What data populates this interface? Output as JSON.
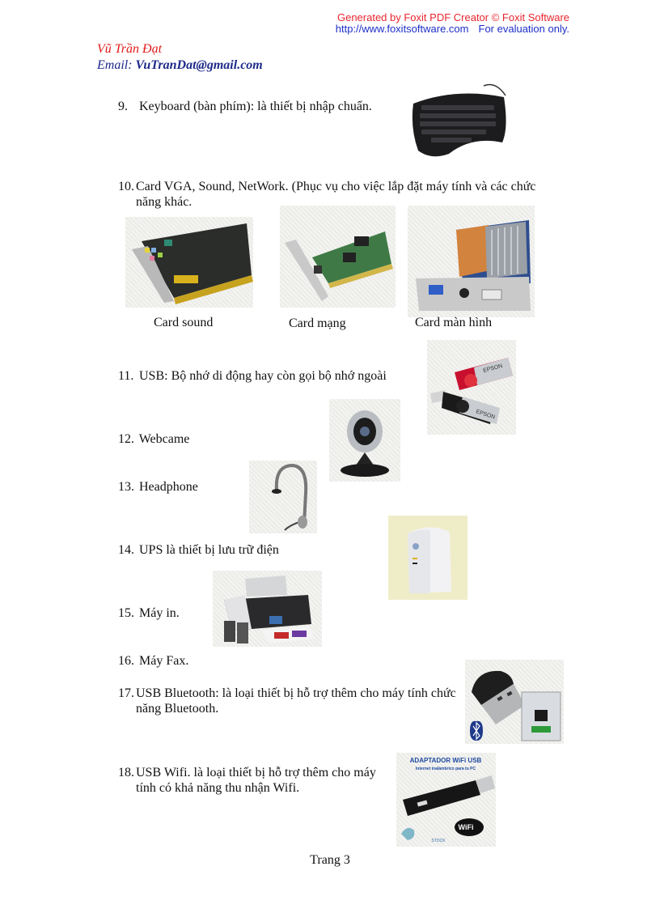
{
  "watermark": {
    "line1": "Generated by Foxit PDF Creator © Foxit Software",
    "url": "http://www.foxitsoftware.com",
    "note": "For evaluation only.",
    "colors": {
      "line1": "#e8262e",
      "line2": "#1e2fc8"
    }
  },
  "author": {
    "name": "Vũ Trần Đạt",
    "email_label": "Email:",
    "email": "VuTranDat@gmail.com",
    "colors": {
      "name": "#e21b1b",
      "email": "#1d2a8a"
    }
  },
  "items": [
    {
      "num": "9.",
      "text": "Keyboard (bàn phím): là thiết bị nhập chuẩn.",
      "image": "keyboard"
    },
    {
      "num": "10.",
      "line1": "Card VGA, Sound, NetWork. (Phục vụ cho việc lắp đặt máy tính và các chức",
      "line2": "năng khác."
    },
    {
      "num": "11.",
      "text": "USB: Bộ nhớ di động hay còn gọi bộ nhớ ngoài",
      "image": "usb-flash-drives",
      "image_text": "EPSON"
    },
    {
      "num": "12.",
      "text": "Webcame",
      "image": "webcam"
    },
    {
      "num": "13.",
      "text": "Headphone",
      "image": "headset"
    },
    {
      "num": "14.",
      "text": "UPS là thiết bị lưu trữ điện",
      "image": "ups"
    },
    {
      "num": "15.",
      "text": "Máy in.",
      "image": "printer"
    },
    {
      "num": "16.",
      "text": "Máy Fax."
    },
    {
      "num": "17.",
      "line1": "USB Bluetooth: là loại thiết bị hỗ trợ thêm cho máy tính chức",
      "line2": "năng Bluetooth.",
      "image": "usb-bluetooth"
    },
    {
      "num": "18.",
      "line1": "USB Wifi. là loại thiết bị hỗ trợ thêm cho máy",
      "line2": "tính có khả năng thu nhận Wifi.",
      "image": "usb-wifi",
      "image_title": "ADAPTADOR WiFi USB",
      "image_subtitle": "Internet inalámbrico para tu PC",
      "image_badge": "WiFi",
      "image_brand": "STOCK"
    }
  ],
  "cards": [
    {
      "caption": "Card sound",
      "image": "sound-card"
    },
    {
      "caption": "Card mạng",
      "image": "network-card"
    },
    {
      "caption": "Card màn hình",
      "image": "graphics-card"
    }
  ],
  "footer": {
    "page_label": "Trang 3"
  }
}
